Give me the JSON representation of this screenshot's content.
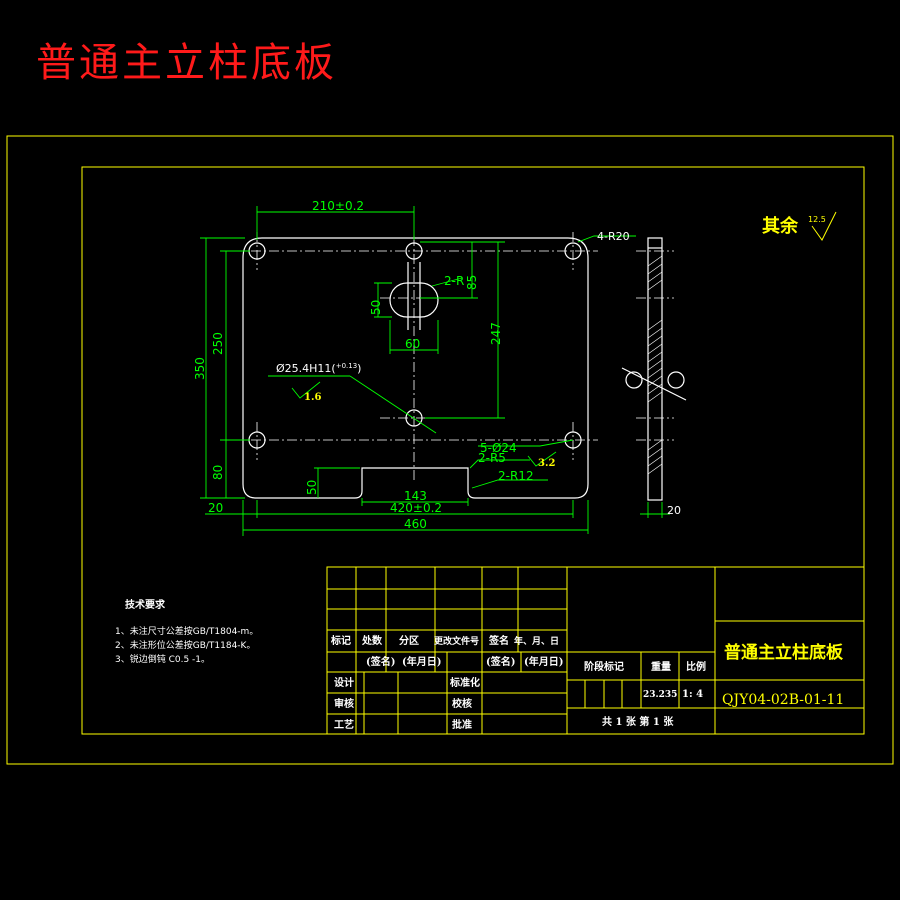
{
  "title": "普通主立柱底板",
  "dimensions": {
    "d210": "210±0.2",
    "r20": "4-R20",
    "r2": "2-R",
    "d85": "85",
    "d50a": "50",
    "d60": "60",
    "d247": "247",
    "d250": "250",
    "d350": "350",
    "hole_fit": "Ø25.4H11(",
    "hole_tol": "+0.13",
    "hole_tol_close": ")",
    "finish_a": "1.6",
    "holes5": "5-Ø24",
    "r5": "2-R5",
    "r12": "2-R12",
    "finish_b": "3.2",
    "d80": "80",
    "d50b": "50",
    "d143": "143",
    "d420": "420±0.2",
    "d20a": "20",
    "d460": "460",
    "d20b": "20"
  },
  "roughness_note": {
    "label": "其余",
    "value": "12.5"
  },
  "tech_requirements": {
    "heading": "技术要求",
    "items": [
      "1、未注尺寸公差按GB/T1804-m。",
      "2、未注形位公差按GB/T1184-K。",
      "3、锐边倒钝 C0.5 -1。"
    ]
  },
  "title_block": {
    "rev_headers": [
      "标记",
      "处数",
      "分区",
      "更改文件号",
      "签名",
      "年、月、日"
    ],
    "sign1": "(签名)",
    "date1": "(年月日)",
    "sign2": "(签名)",
    "date2": "(年月日)",
    "design": "设计",
    "standard": "标准化",
    "review": "审核",
    "proof": "校核",
    "process": "工艺",
    "approve": "批准",
    "stage_mark": "阶段标记",
    "weight_label": "重量",
    "scale_label": "比例",
    "weight_value": "23.235",
    "scale_value": "1: 4",
    "sheets": "共 1 张   第 1 张",
    "part_name": "普通主立柱底板",
    "drawing_no": "QJY04-02B-01-11"
  }
}
